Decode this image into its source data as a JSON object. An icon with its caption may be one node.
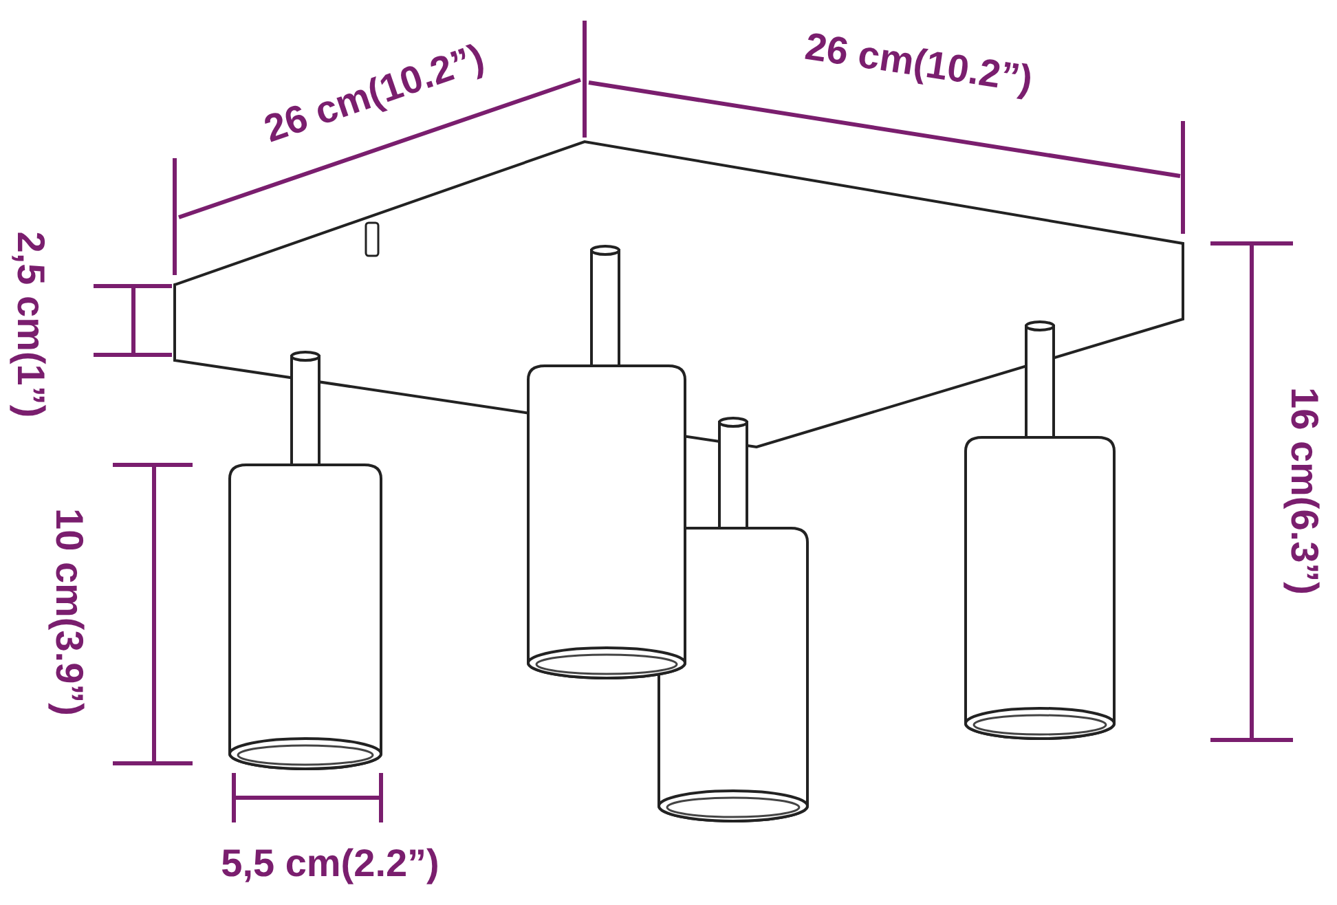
{
  "diagram": {
    "labels": [
      "26 cm(10.2”)",
      "26 cm(10.2”)",
      "2,5 cm(1”)",
      "16 cm(6.3”)",
      "10 cm(3.9”)",
      "5,5 cm(2.2”)"
    ]
  }
}
